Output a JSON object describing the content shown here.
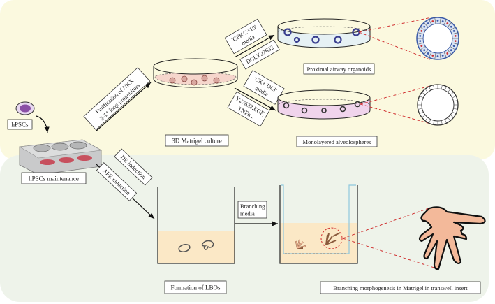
{
  "labels": {
    "hpscs": "hPSCs",
    "hpscs_maintenance": "hPSCs maintenance",
    "purification_line1": "Purification of NKX",
    "purification_line2": "2-1⁺ lung progenitors",
    "matrigel_3d": "3D Matrigel culture",
    "cfk_line1": "'CFK/2+10'",
    "cfk_line2": "media",
    "dci_y27632": "DCI,Y27632",
    "ckdci_line1": "'CK+ DCI'",
    "ckdci_line2": "media",
    "y27632_line1": "Y27632,EGF,",
    "y27632_line2": "TNFα...",
    "proximal_airway": "Proximal airway organoids",
    "alveolospheres": "Monolayered alveolospheres",
    "de_induction": "DE induction",
    "afe_induction": "AFE induction",
    "formation_lbos": "Formation of LBOs",
    "branching_media_line1": "Branching",
    "branching_media_line2": "media",
    "branching_morphogenesis": "Branching morphogenesis in Matrigel in transwell insert"
  },
  "colors": {
    "top_panel": "#fbf9df",
    "bottom_panel": "#eef3ea",
    "matrigel": "#fbe8c6",
    "organoid_ring": "#3a3f8f",
    "zoom_lines": "#d03030",
    "branching_organoid": "#f3b99a"
  }
}
